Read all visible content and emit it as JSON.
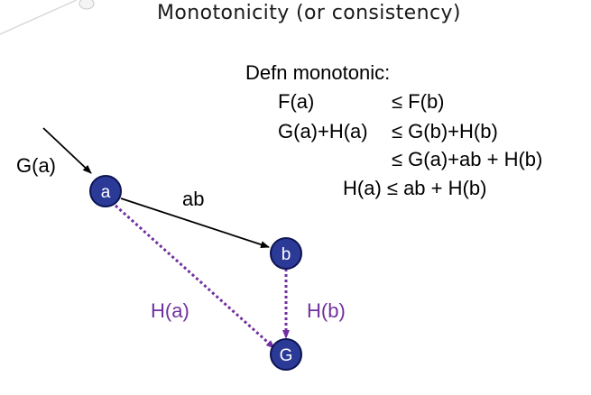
{
  "slide": {
    "title": "Monotonicity (or consistency)"
  },
  "definition": {
    "heading": "Defn monotonic:",
    "lines": [
      {
        "left": "F(a)",
        "right": "≤ F(b)"
      },
      {
        "left": "G(a)+H(a)",
        "right": "≤ G(b)+H(b)"
      },
      {
        "left": "",
        "right": "≤ G(a)+ab + H(b)"
      },
      {
        "left": "H(a) ≤  ab + H(b)",
        "right": ""
      }
    ]
  },
  "diagram": {
    "nodes": {
      "a": "a",
      "b": "b",
      "g": "G"
    },
    "labels": {
      "incoming": "G(a)",
      "edge_ab": "ab",
      "h_a": "H(a)",
      "h_b": "H(b)"
    }
  },
  "colors": {
    "node_fill": "#2b3a97",
    "node_stroke": "#0c1452",
    "heuristic": "#7030a0",
    "edge": "#000000"
  }
}
